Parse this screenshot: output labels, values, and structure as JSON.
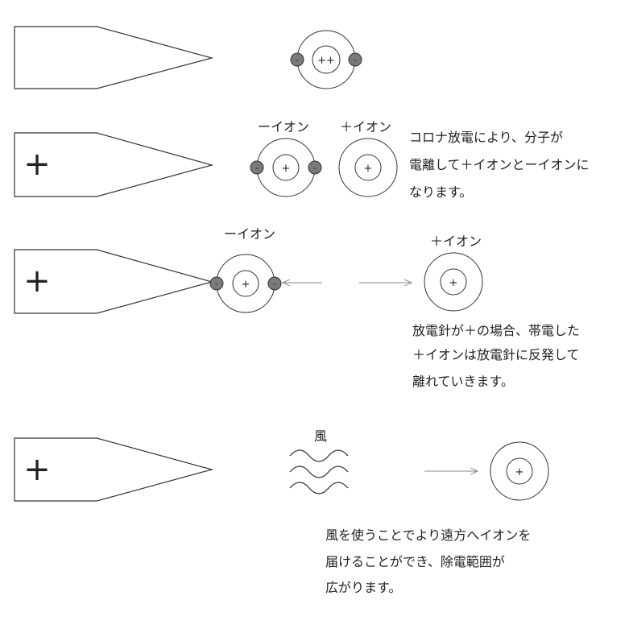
{
  "panels": [
    {
      "needle_charge": "",
      "ions": [
        {
          "label": "",
          "nucleus_text": "++",
          "electron_text": "-"
        }
      ],
      "description": []
    },
    {
      "needle_charge": "+",
      "ions": [
        {
          "label": "ーイオン",
          "nucleus_text": "+",
          "electron_text": "-"
        },
        {
          "label": "＋イオン",
          "nucleus_text": "+"
        }
      ],
      "description": [
        "コロナ放電により、分子が",
        "電離して＋イオンとーイオンに",
        "なります。"
      ]
    },
    {
      "needle_charge": "+",
      "ions": [
        {
          "label": "ーイオン",
          "nucleus_text": "+",
          "electron_text": "-"
        },
        {
          "label": "＋イオン",
          "nucleus_text": "+"
        }
      ],
      "description": [
        "放電針が＋の場合、帯電した",
        "＋イオンは放電針に反発して",
        "離れていきます。"
      ]
    },
    {
      "needle_charge": "+",
      "wind_label": "風",
      "ions": [
        {
          "label": "",
          "nucleus_text": "+"
        }
      ],
      "description": [
        "風を使うことでより遠方へイオンを",
        "届けることができ、除電範囲が",
        "広がります。"
      ]
    }
  ],
  "colors": {
    "electron_fill": "#7a7a7a",
    "line": "#333333",
    "arrow": "#888888"
  }
}
